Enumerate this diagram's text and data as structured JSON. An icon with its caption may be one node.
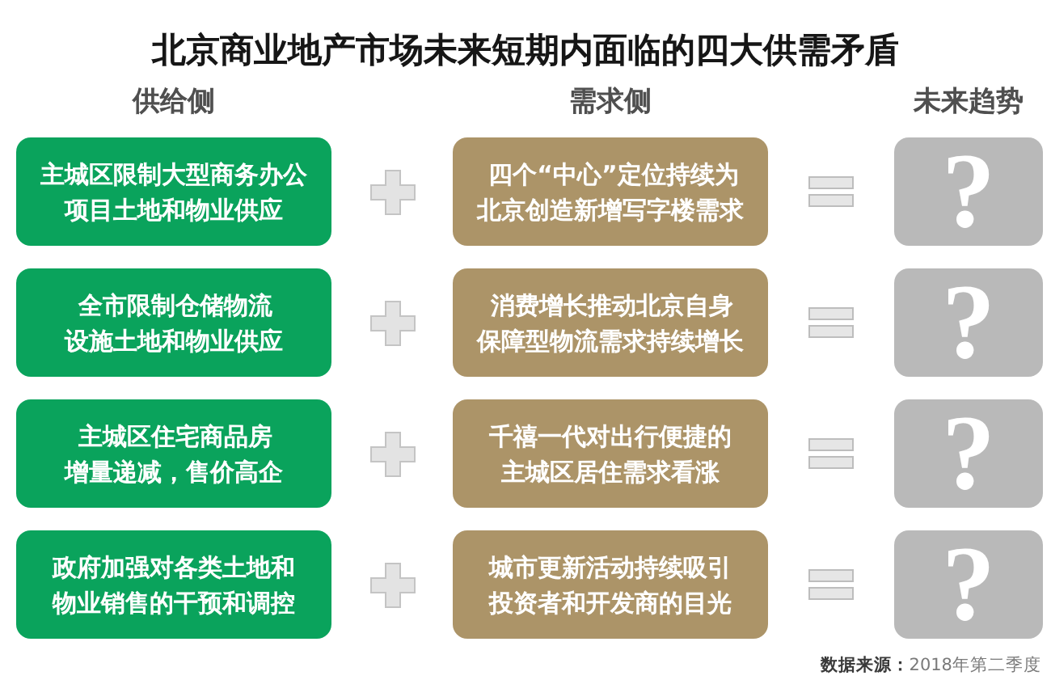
{
  "diagram": {
    "title": "北京商业地产市场未来短期内面临的四大供需矛盾",
    "nodes": [
      {
        "text": [
          "主城区限制大型商务办公项目土地和物业供应"
        ]
      },
      {
        "text": [
          "四个“中心”定位持续为北京创造新增写字楼需求"
        ]
      },
      {
        "text": [
          "?"
        ]
      },
      {
        "text": [
          "全市限制仓储物流设施土地和物业供应"
        ]
      },
      {
        "text": [
          "消费增长推动北京自身保障型物流需求持续增长"
        ]
      },
      {
        "text": [
          "?"
        ]
      },
      {
        "text": [
          "主城区住宅商品房增量递减，售价高企"
        ]
      },
      {
        "text": [
          "千禧一代对出行便捷的主城区居住需求看涨"
        ]
      },
      {
        "text": [
          "?"
        ]
      },
      {
        "text": [
          "政府加强对各类土地和物业销售的干预和调控"
        ]
      },
      {
        "text": [
          "城市更新活动持续吸引投资者和开发商的目光"
        ]
      },
      {
        "text": [
          "?"
        ]
      }
    ],
    "labels": [
      "供给侧",
      "需求侧",
      "未来趋势",
      "**数据来源：**2018年第二季度"
    ]
  }
}
